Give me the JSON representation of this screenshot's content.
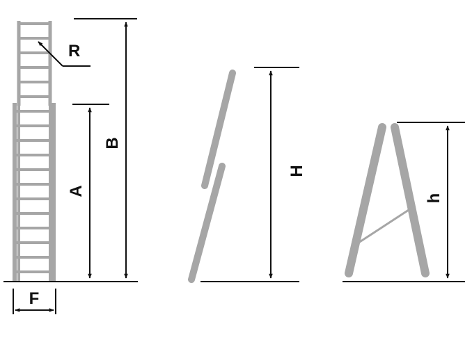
{
  "labels": {
    "rung_spacing": "R",
    "base_height": "A",
    "extended_height": "B",
    "base_width": "F",
    "leaning_height": "H",
    "standing_height": "h"
  },
  "colors": {
    "rail": "#a6a6a6",
    "line": "#111111",
    "background": "#ffffff"
  }
}
